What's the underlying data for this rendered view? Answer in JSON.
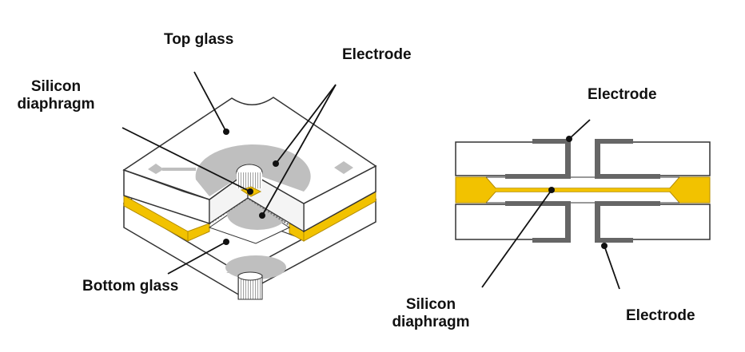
{
  "colors": {
    "outline": "#333333",
    "glass_fill": "#ffffff",
    "electrode_gray": "#bfbfbf",
    "dark_electrode": "#666666",
    "silicon_gold": "#f2c200",
    "silicon_edge": "#b48c00",
    "silicon_inner": "#f6e9b0"
  },
  "left_view": {
    "top_glass_label": "Top glass",
    "electrode_label": "Electrode",
    "silicon_label_line1": "Silicon",
    "silicon_label_line2": "diaphragm",
    "bottom_glass_label": "Bottom glass"
  },
  "right_view": {
    "electrode_top_label": "Electrode",
    "electrode_bottom_label": "Electrode",
    "silicon_label_line1": "Silicon",
    "silicon_label_line2": "diaphragm"
  }
}
